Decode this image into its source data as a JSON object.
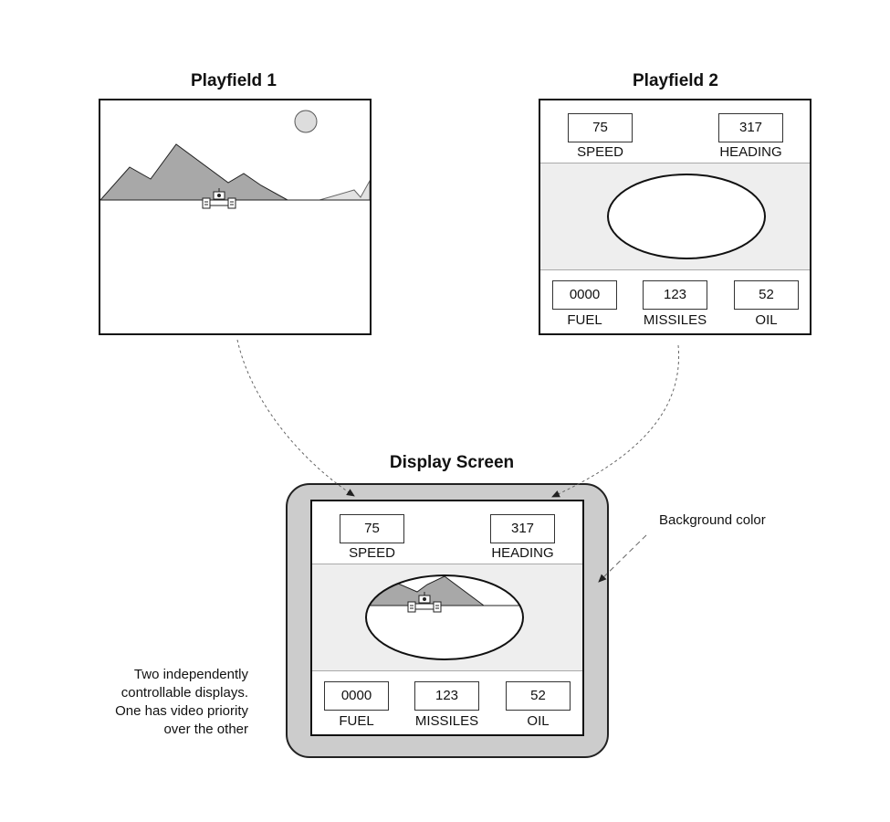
{
  "playfield1": {
    "title": "Playfield 1"
  },
  "playfield2": {
    "title": "Playfield 2",
    "speed": {
      "value": "75",
      "label": "SPEED"
    },
    "heading": {
      "value": "317",
      "label": "HEADING"
    },
    "fuel": {
      "value": "0000",
      "label": "FUEL"
    },
    "missiles": {
      "value": "123",
      "label": "MISSILES"
    },
    "oil": {
      "value": "52",
      "label": "OIL"
    }
  },
  "display_screen": {
    "title": "Display Screen",
    "speed": {
      "value": "75",
      "label": "SPEED"
    },
    "heading": {
      "value": "317",
      "label": "HEADING"
    },
    "fuel": {
      "value": "0000",
      "label": "FUEL"
    },
    "missiles": {
      "value": "123",
      "label": "MISSILES"
    },
    "oil": {
      "value": "52",
      "label": "OIL"
    }
  },
  "annotations": {
    "background_color": "Background color",
    "note_lines": [
      "Two independently",
      "controllable displays.",
      "One has video priority",
      "over the other"
    ]
  },
  "colors": {
    "mountain": "#a8a8a8",
    "hill": "#e2e2e2",
    "sun": "#dddddd",
    "background_frame": "#cccccc",
    "window_band": "#eeeeee"
  }
}
